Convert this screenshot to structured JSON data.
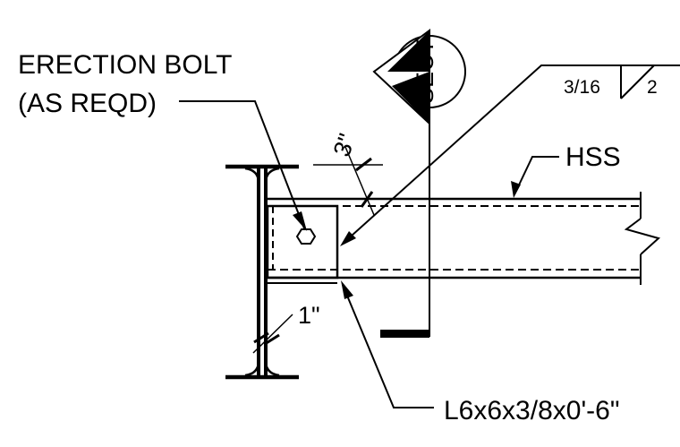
{
  "labels": {
    "erection_bolt_line1": "ERECTION BOLT",
    "erection_bolt_line2": "(AS REQD)",
    "section_marker": "SECT",
    "weld_size": "3/16",
    "weld_length": "2",
    "member": "HSS",
    "angle": "L6x6x3/8x0'-6\"",
    "dim_top": "3\"",
    "dim_bottom": "1\""
  },
  "colors": {
    "line": "#000000",
    "background": "#ffffff"
  }
}
